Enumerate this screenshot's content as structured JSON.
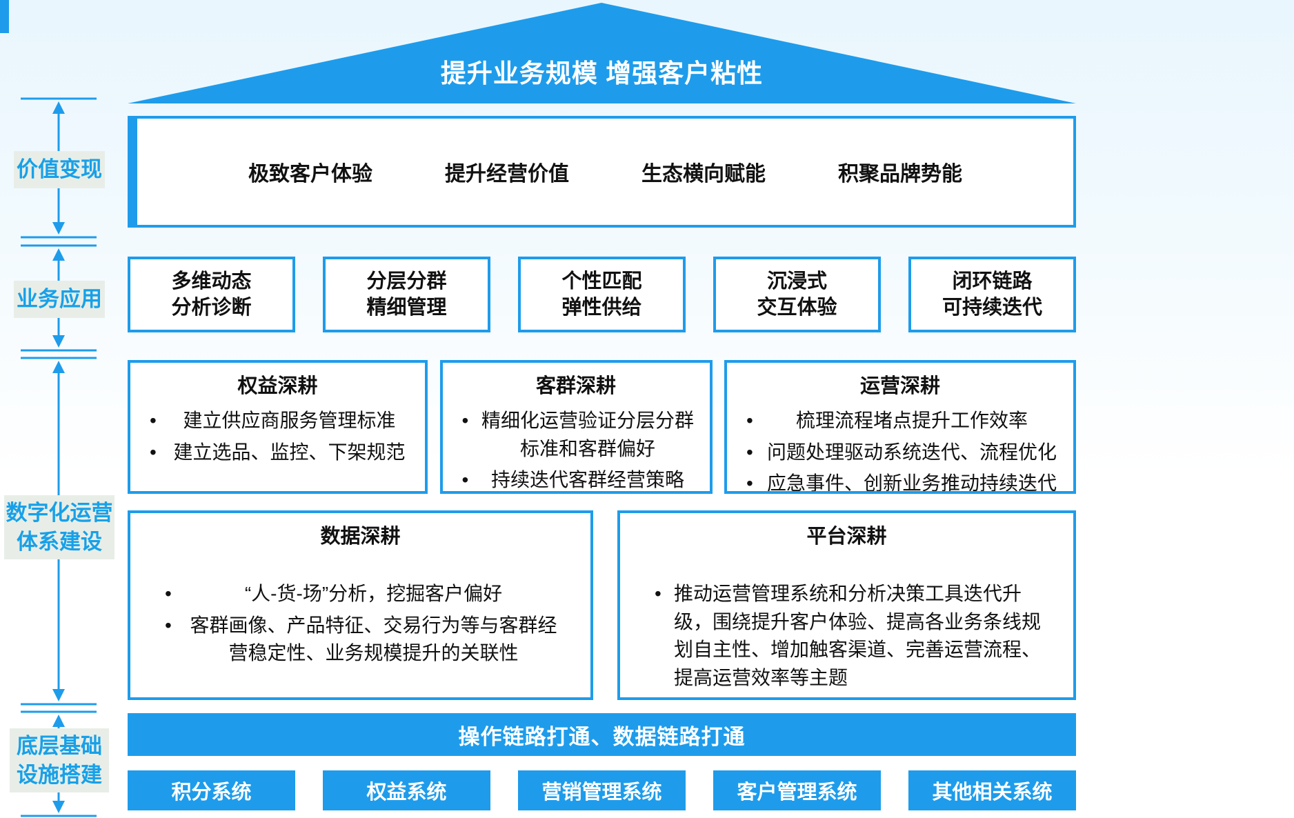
{
  "colors": {
    "primary_blue": "#1E9CEB",
    "label_background": "#E8EEE7",
    "label_text": "#18A0E8",
    "body_text": "#111111",
    "inverse_text": "#FFFFFF"
  },
  "roof": {
    "title": "提升业务规模 增强客户粘性"
  },
  "left_rail": {
    "items": [
      {
        "label": "价值变现"
      },
      {
        "label": "业务应用"
      },
      {
        "label": "数字化运营\n体系建设"
      },
      {
        "label": "底层基础\n设施搭建"
      }
    ]
  },
  "value_row": {
    "items": [
      {
        "label": "极致客户体验"
      },
      {
        "label": "提升经营价值"
      },
      {
        "label": "生态横向赋能"
      },
      {
        "label": "积聚品牌势能"
      }
    ]
  },
  "application_row": {
    "items": [
      {
        "label": "多维动态\n分析诊断"
      },
      {
        "label": "分层分群\n精细管理"
      },
      {
        "label": "个性匹配\n弹性供给"
      },
      {
        "label": "沉浸式\n交互体验"
      },
      {
        "label": "闭环链路\n可持续迭代"
      }
    ]
  },
  "deep_dive_top": [
    {
      "title": "权益深耕",
      "bullets": [
        "建立供应商服务管理标准",
        "建立选品、监控、下架规范"
      ]
    },
    {
      "title": "客群深耕",
      "bullets": [
        "精细化运营验证分层分群标准和客群偏好",
        "持续迭代客群经营策略"
      ]
    },
    {
      "title": "运营深耕",
      "bullets": [
        "梳理流程堵点提升工作效率",
        "问题处理驱动系统迭代、流程优化",
        "应急事件、创新业务推动持续迭代"
      ]
    }
  ],
  "deep_dive_bottom": [
    {
      "title": "数据深耕",
      "bullets": [
        "“人-货-场”分析，挖掘客户偏好",
        "客群画像、产品特征、交易行为等与客群经营稳定性、业务规模提升的关联性"
      ]
    },
    {
      "title": "平台深耕",
      "bullets": [
        "推动运营管理系统和分析决策工具迭代升级，围绕提升客户体验、提高各业务条线规划自主性、增加触客渠道、完善运营流程、提高运营效率等主题"
      ]
    }
  ],
  "integration_bar": {
    "label": "操作链路打通、数据链路打通"
  },
  "systems_row": {
    "items": [
      {
        "label": "积分系统"
      },
      {
        "label": "权益系统"
      },
      {
        "label": "营销管理系统"
      },
      {
        "label": "客户管理系统"
      },
      {
        "label": "其他相关系统"
      }
    ]
  }
}
